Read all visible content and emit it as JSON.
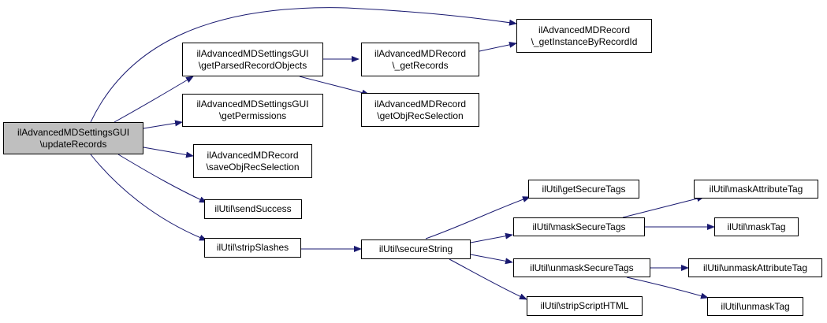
{
  "colors": {
    "edge": "#191970",
    "root_fill": "#bfbfbf",
    "node_fill": "#ffffff",
    "border": "#000000"
  },
  "nodes": {
    "root": {
      "line1": "ilAdvancedMDSettingsGUI",
      "line2": "\\updateRecords"
    },
    "get_parsed": {
      "line1": "ilAdvancedMDSettingsGUI",
      "line2": "\\getParsedRecordObjects"
    },
    "get_permissions": {
      "line1": "ilAdvancedMDSettingsGUI",
      "line2": "\\getPermissions"
    },
    "save_objrec": {
      "line1": "ilAdvancedMDRecord",
      "line2": "\\saveObjRecSelection"
    },
    "send_success": {
      "line1": "ilUtil\\sendSuccess"
    },
    "strip_slashes": {
      "line1": "ilUtil\\stripSlashes"
    },
    "get_instance": {
      "line1": "ilAdvancedMDRecord",
      "line2": "\\_getInstanceByRecordId"
    },
    "get_records": {
      "line1": "ilAdvancedMDRecord",
      "line2": "\\_getRecords"
    },
    "get_objrec": {
      "line1": "ilAdvancedMDRecord",
      "line2": "\\getObjRecSelection"
    },
    "secure_string": {
      "line1": "ilUtil\\secureString"
    },
    "get_secure_tags": {
      "line1": "ilUtil\\getSecureTags"
    },
    "mask_secure_tags": {
      "line1": "ilUtil\\maskSecureTags"
    },
    "unmask_secure_tags": {
      "line1": "ilUtil\\unmaskSecureTags"
    },
    "strip_script_html": {
      "line1": "ilUtil\\stripScriptHTML"
    },
    "mask_attribute_tag": {
      "line1": "ilUtil\\maskAttributeTag"
    },
    "mask_tag": {
      "line1": "ilUtil\\maskTag"
    },
    "unmask_attribute_tag": {
      "line1": "ilUtil\\unmaskAttributeTag"
    },
    "unmask_tag": {
      "line1": "ilUtil\\unmaskTag"
    }
  }
}
